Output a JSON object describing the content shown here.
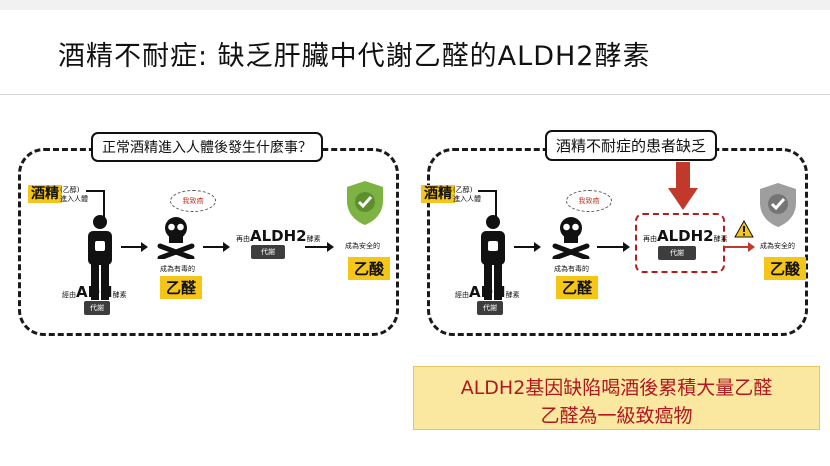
{
  "title": "酒精不耐症: 缺乏肝臟中代謝乙醛的ALDH2酵素",
  "left_panel": {
    "caption": "正常酒精進入人體後發生什麼事？",
    "alcohol": "酒精",
    "alcohol_note_1": "(乙醇)",
    "alcohol_note_2": "進入人體",
    "adh_prefix": "經由",
    "adh": "ADH",
    "adh_suffix": "酵素",
    "metab_1": "代謝",
    "bubble": "我致癌",
    "toxic_label": "成為有毒的",
    "acetaldehyde": "乙醛",
    "aldh2_prefix": "再由",
    "aldh2": "ALDH2",
    "aldh2_suffix": "酵素",
    "metab_2": "代謝",
    "safe_label": "成為安全的",
    "acetic_acid": "乙酸"
  },
  "right_panel": {
    "caption": "酒精不耐症的患者缺乏",
    "alcohol": "酒精",
    "alcohol_note_1": "(乙醇)",
    "alcohol_note_2": "進入人體",
    "adh_prefix": "經由",
    "adh": "ADH",
    "adh_suffix": "酵素",
    "metab_1": "代謝",
    "bubble": "我致癌",
    "toxic_label": "成為有毒的",
    "acetaldehyde": "乙醛",
    "aldh2_prefix": "再由",
    "aldh2": "ALDH2",
    "aldh2_suffix": "酵素",
    "metab_2": "代謝",
    "safe_label": "成為安全的",
    "acetic_acid": "乙酸"
  },
  "bottom_box": {
    "line1": "ALDH2基因缺陷喝酒後累積大量乙醛",
    "line2": "乙醛為一級致癌物"
  },
  "colors": {
    "yellow": "#f5c518",
    "red": "#c0392b",
    "shield_green": "#7cb342",
    "shield_gray": "#9e9e9e"
  }
}
